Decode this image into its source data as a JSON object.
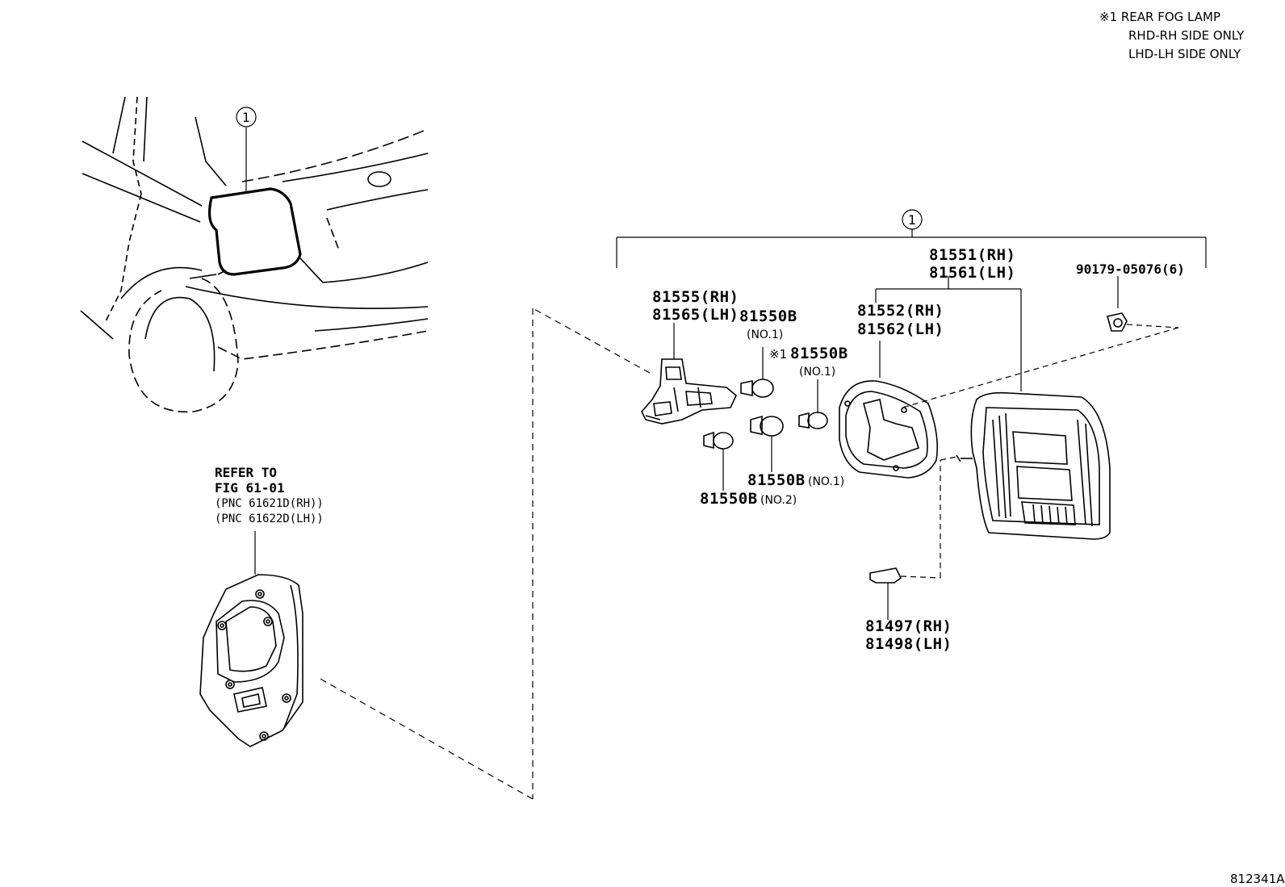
{
  "note": {
    "line1": "※1 REAR FOG LAMP",
    "line2": "RHD-RH SIDE ONLY",
    "line3": "LHD-LH SIDE ONLY"
  },
  "callouts": {
    "assembly_marker": "1",
    "vehicle_marker": "1"
  },
  "parts": {
    "lens_rh": "81551(RH)",
    "lens_lh": "81561(LH)",
    "screw": "90179-05076(6)",
    "socket_rh": "81555(RH)",
    "socket_lh": "81565(LH)",
    "bulb_a": "81550B",
    "bulb_a_sub": "(NO.1)",
    "bulb_fog_mark": "※1",
    "bulb_fog": "81550B",
    "bulb_fog_sub": "(NO.1)",
    "gasket_rh": "81552(RH)",
    "gasket_lh": "81562(LH)",
    "bulb_c": "81550B",
    "bulb_c_sub": "(NO.1)",
    "bulb_d": "81550B",
    "bulb_d_sub": "(NO.2)",
    "clip_rh": "81497(RH)",
    "clip_lh": "81498(LH)"
  },
  "reference": {
    "line1": "REFER TO",
    "line2": "FIG 61-01",
    "line3": "(PNC 61621D(RH))",
    "line4": "(PNC 61622D(LH))"
  },
  "figure_id": "812341A"
}
